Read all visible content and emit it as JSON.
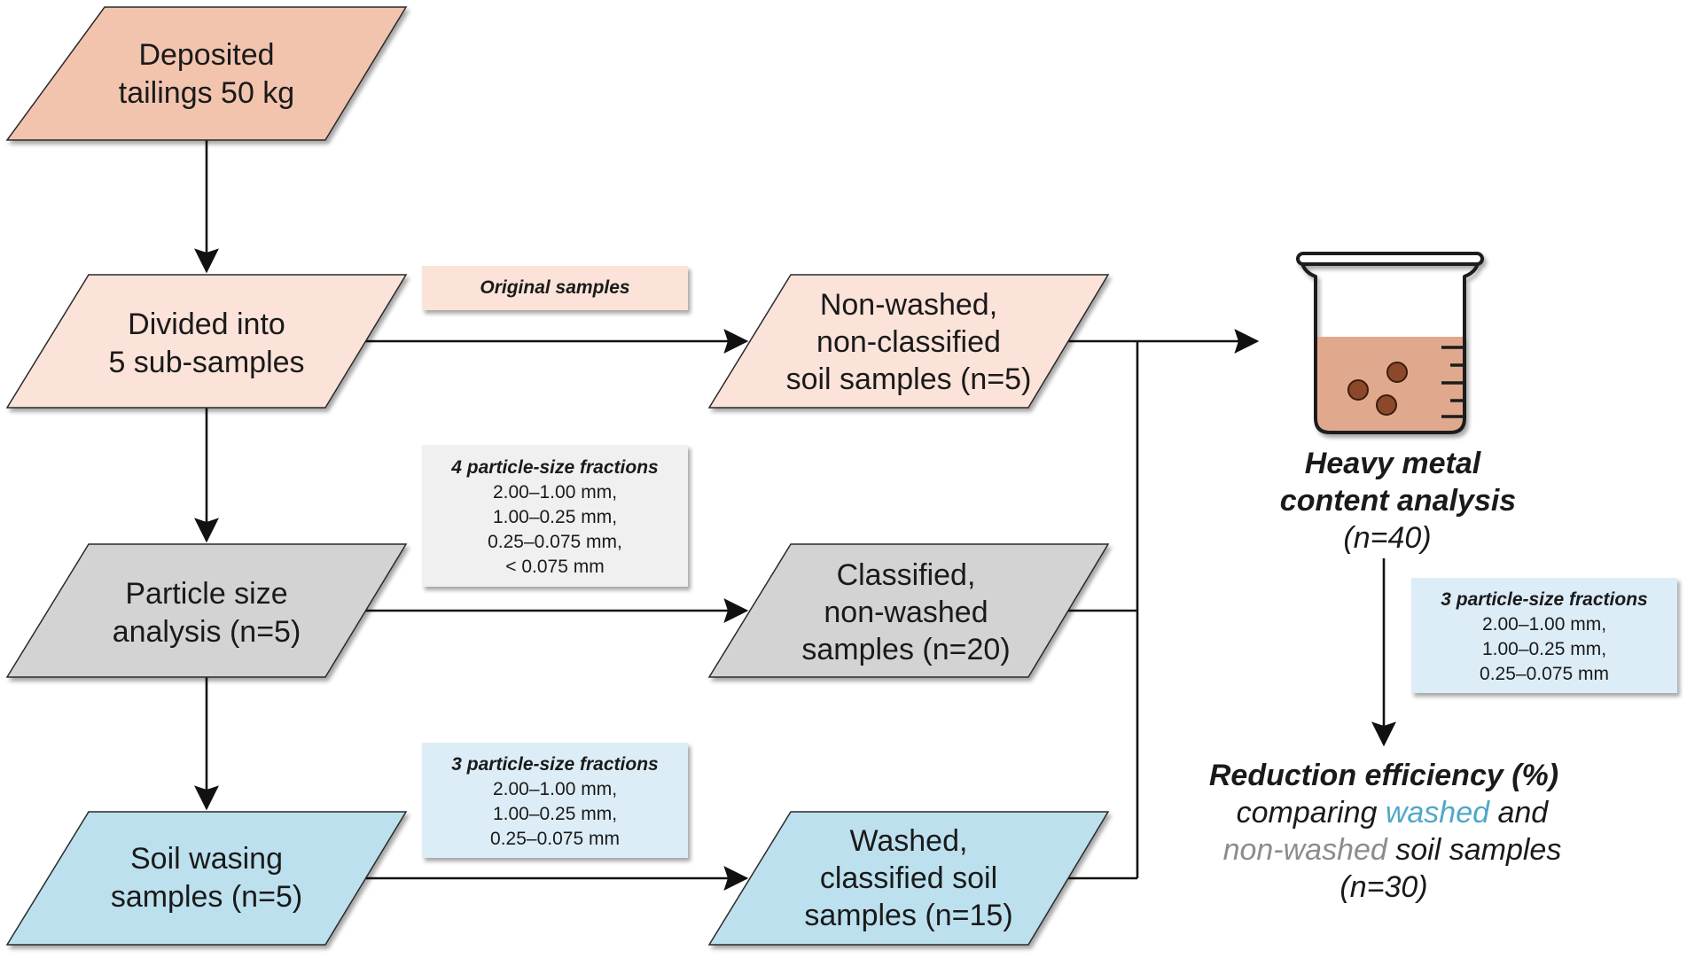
{
  "colors": {
    "salmon": "#F2C4AE",
    "peach": "#FBE3D9",
    "gray": "#D3D3D3",
    "light_gray_note": "#F0F0F0",
    "blue": "#BCE0EE",
    "light_blue_note": "#DCEDF7",
    "beaker_liquid": "#E0A98D",
    "particle": "#8B4A2B",
    "washed_text": "#4FA8C8",
    "nonwashed_text": "#8C8C8C",
    "line": "#111111"
  },
  "nodes": {
    "deposited": [
      "Deposited",
      "tailings 50 kg"
    ],
    "divided": [
      "Divided into",
      "5 sub-samples"
    ],
    "particle": [
      "Particle size",
      "analysis (n=5)"
    ],
    "washing": [
      "Soil wasing",
      "samples (n=5)"
    ],
    "nonwashed": [
      "Non-washed,",
      "non-classified",
      "soil samples (n=5)"
    ],
    "classified": [
      "Classified,",
      "non-washed",
      "samples (n=20)"
    ],
    "washed": [
      "Washed,",
      "classified soil",
      "samples (n=15)"
    ]
  },
  "notes": {
    "original": {
      "title": "Original samples"
    },
    "four_fractions": {
      "title": "4 particle-size fractions",
      "lines": [
        "2.00–1.00 mm,",
        "1.00–0.25 mm,",
        "0.25–0.075 mm,",
        "< 0.075 mm"
      ]
    },
    "three_fractions_left": {
      "title": "3 particle-size fractions",
      "lines": [
        "2.00–1.00 mm,",
        "1.00–0.25 mm,",
        "0.25–0.075 mm"
      ]
    },
    "three_fractions_right": {
      "title": "3 particle-size fractions",
      "lines": [
        "2.00–1.00 mm,",
        "1.00–0.25 mm,",
        "0.25–0.075 mm"
      ]
    }
  },
  "heavy_metal": {
    "title_lines": [
      "Heavy metal",
      "content analysis"
    ],
    "count": "(n=40)",
    "icon": "beaker-icon"
  },
  "reduction": {
    "title": "Reduction efficiency (%)",
    "line2_prefix": "comparing ",
    "line2_washed": "washed",
    "line2_suffix": " and",
    "line3_nonwashed": "non-washed",
    "line3_suffix": " soil samples",
    "count": "(n=30)"
  }
}
